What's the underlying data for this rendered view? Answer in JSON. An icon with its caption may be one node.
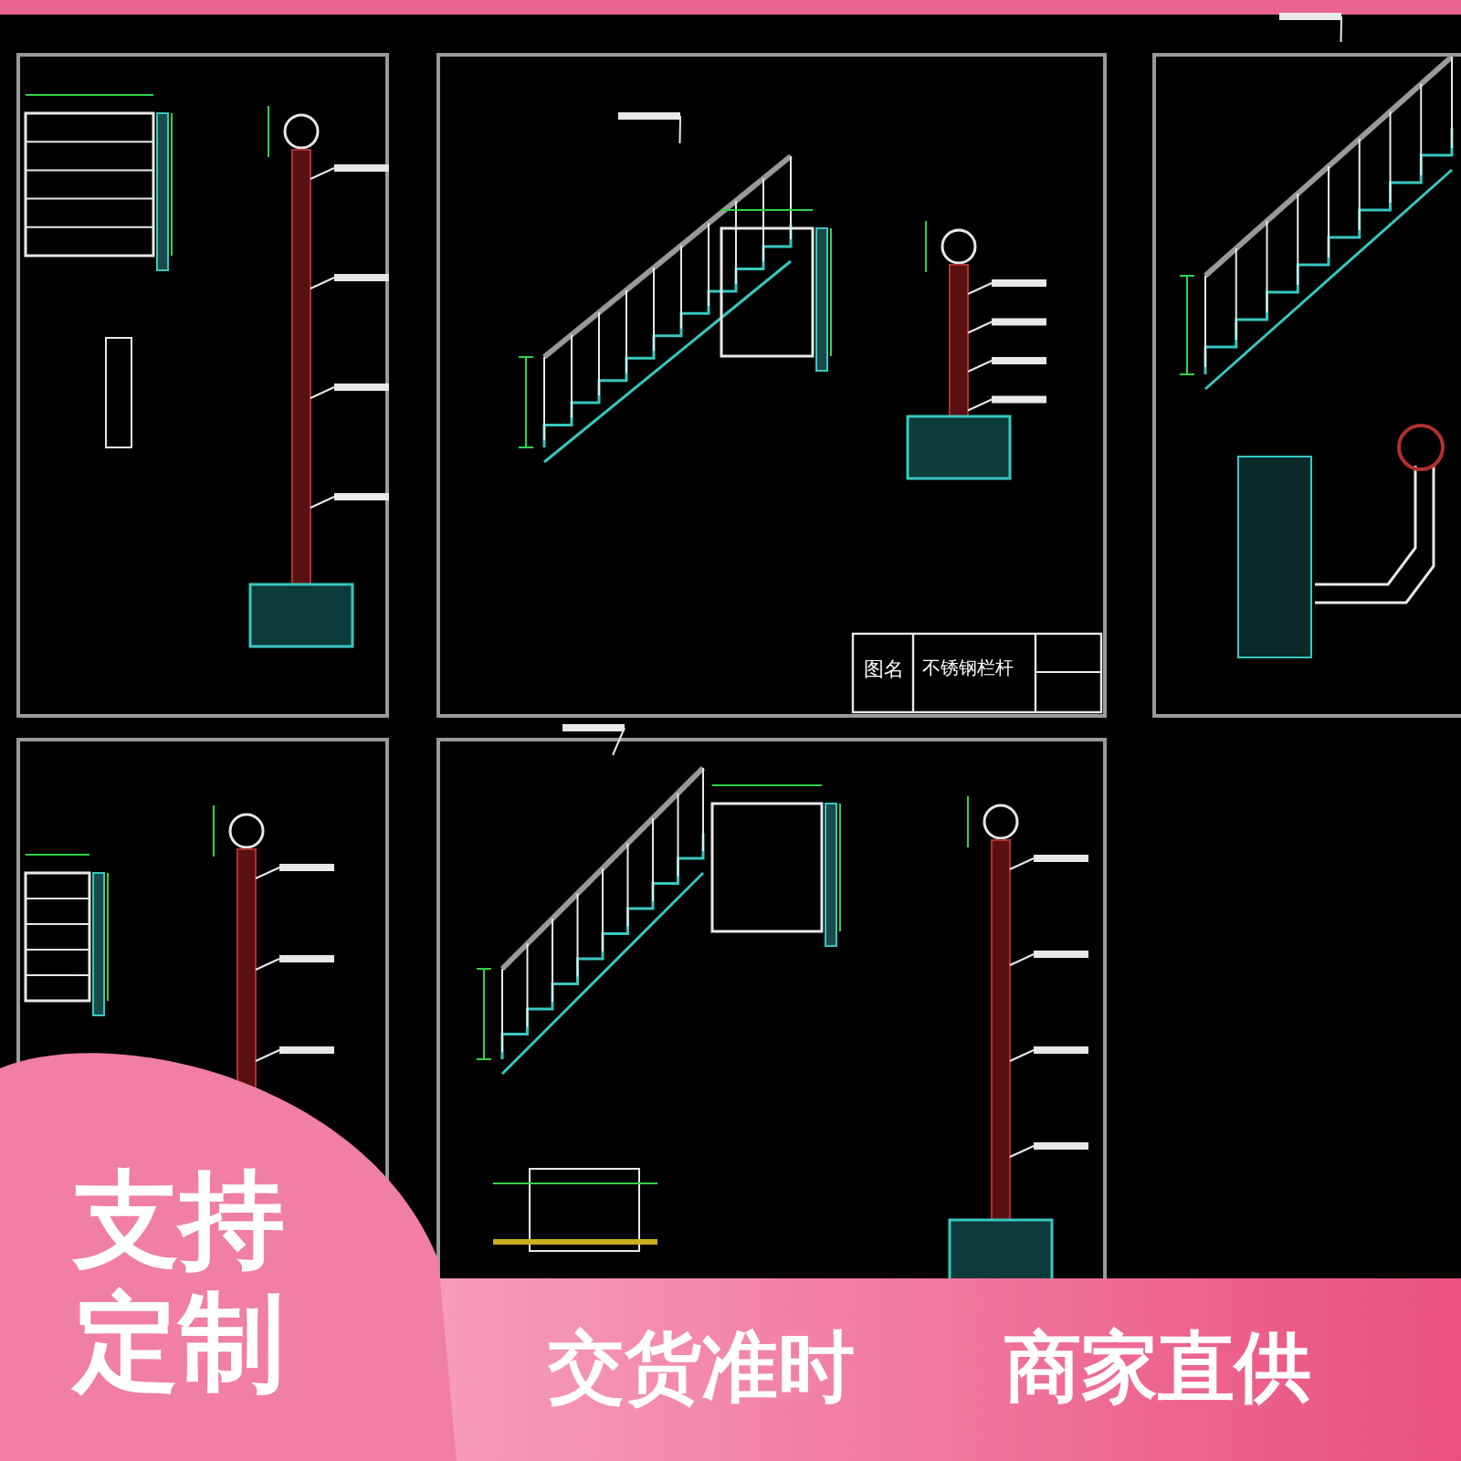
{
  "diagram": {
    "labels": [
      "图名",
      "不锈钢栏杆",
      "支持定制",
      "交货准时",
      "商家直供"
    ]
  }
}
